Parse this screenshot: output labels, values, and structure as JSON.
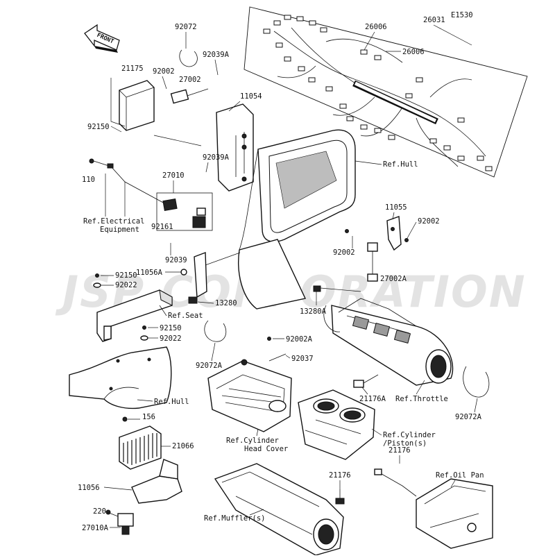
{
  "diagram_code": "E1530",
  "front_label": "FRONT",
  "watermark": "JSP CORPORATION",
  "labels": {
    "p26031": "26031",
    "p26006a": "26006",
    "p26006b": "26006",
    "p92072": "92072",
    "p92039A_top": "92039A",
    "p21175": "21175",
    "p92002_top": "92002",
    "p27002": "27002",
    "p11054": "11054",
    "p92150_a": "92150",
    "p92039A_mid": "92039A",
    "p110": "110",
    "p27010": "27010",
    "ref_hull_top": "Ref.Hull",
    "ref_electrical_1": "Ref.Electrical",
    "ref_electrical_2": "Equipment",
    "p92161": "92161",
    "p11055": "11055",
    "p92002_r1": "92002",
    "p92002_r2": "92002",
    "p92039": "92039",
    "p92150_b": "92150",
    "p11056A": "11056A",
    "p92022_a": "92022",
    "p27002A": "27002A",
    "p13280": "13280",
    "p13280A": "13280A",
    "ref_seat": "Ref.Seat",
    "p92150_c": "92150",
    "p92022_b": "92022",
    "p92002A": "92002A",
    "p92037": "92037",
    "p92072A_l": "92072A",
    "p21176A": "21176A",
    "ref_throttle": "Ref.Throttle",
    "p92072A_r": "92072A",
    "ref_hull_low": "Ref.Hull",
    "p156": "156",
    "ref_cyl_head_1": "Ref.Cylinder",
    "ref_cyl_head_2": "Head Cover",
    "ref_cyl_pist_1": "Ref.Cylinder",
    "ref_cyl_pist_2": "/Piston(s)",
    "p21066": "21066",
    "p21176_a": "21176",
    "p21176_b": "21176",
    "ref_oil_pan": "Ref.Oil Pan",
    "p11056": "11056",
    "p220": "220",
    "p27010A": "27010A",
    "ref_muffler": "Ref.Muffler(s)"
  }
}
